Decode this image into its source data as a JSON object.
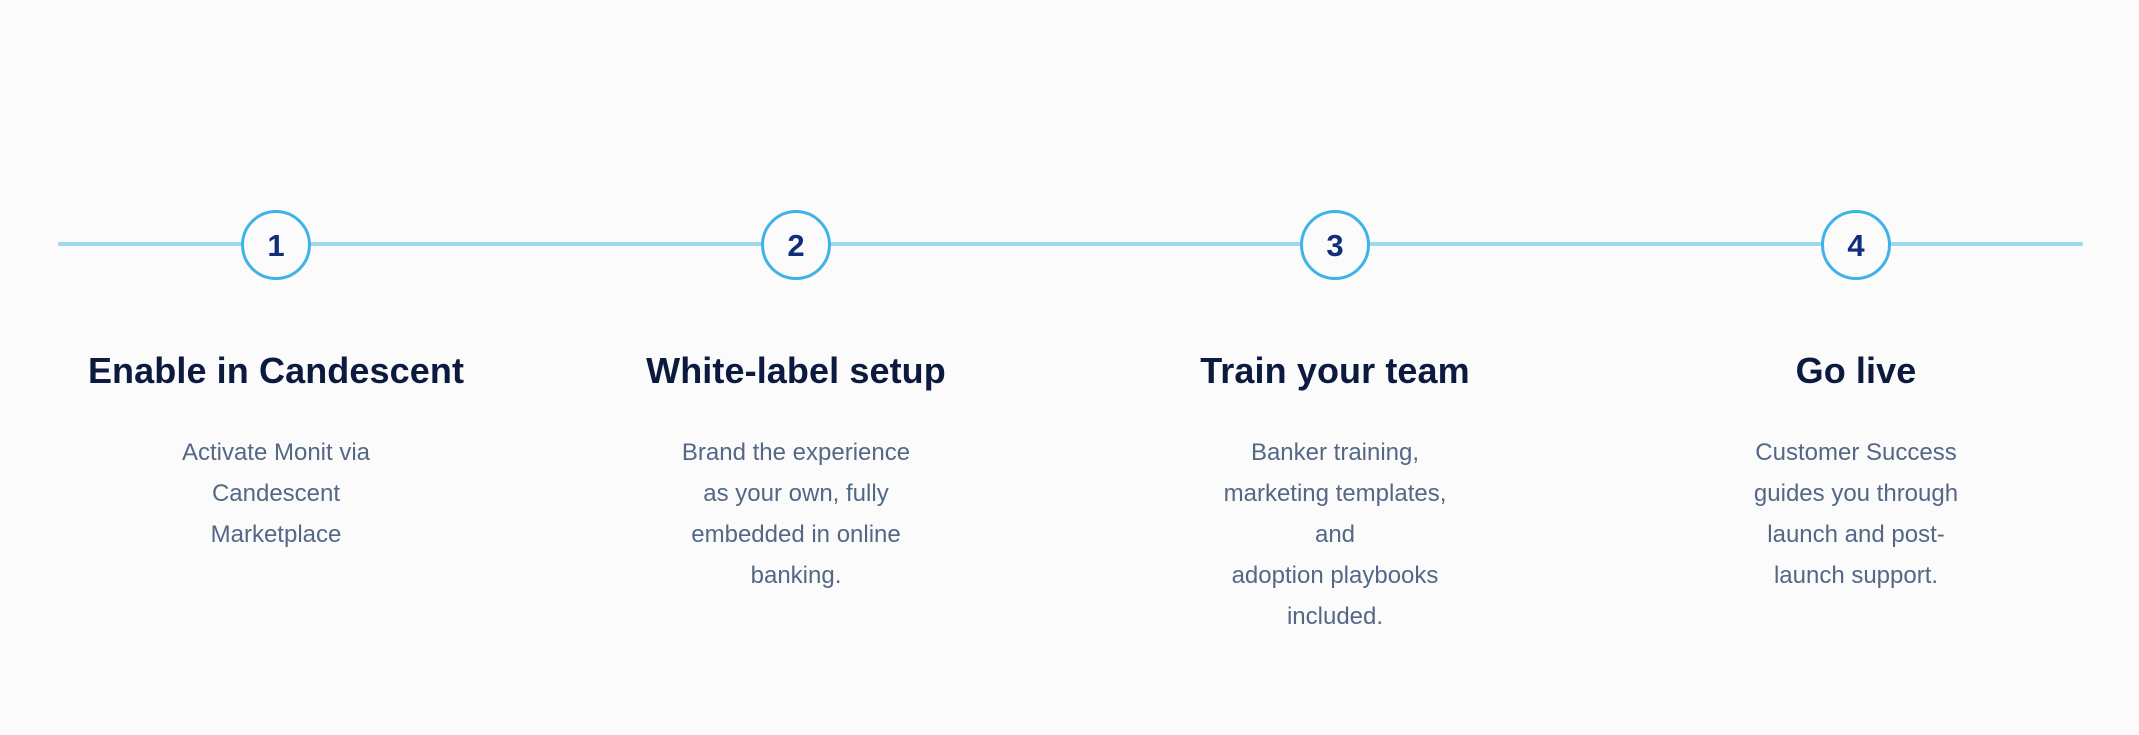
{
  "colors": {
    "background": "#fbfbfc",
    "line": "#9cd8ee",
    "circle_border": "#3eb3e6",
    "number": "#0f2f7b",
    "title": "#0b1a3e",
    "description": "#546785"
  },
  "steps": [
    {
      "number": "1",
      "title": "Enable in Candescent",
      "desc_line1": "Activate Monit via Candescent",
      "desc_line2": "Marketplace"
    },
    {
      "number": "2",
      "title": "White-label setup",
      "desc_line1": "Brand the experience as your own, fully",
      "desc_line2": "embedded in online banking."
    },
    {
      "number": "3",
      "title": "Train your team",
      "desc_line1": "Banker training, marketing templates, and",
      "desc_line2": "adoption playbooks included."
    },
    {
      "number": "4",
      "title": "Go live",
      "desc_line1": "Customer Success guides you through",
      "desc_line2": "launch and post-launch support."
    }
  ]
}
